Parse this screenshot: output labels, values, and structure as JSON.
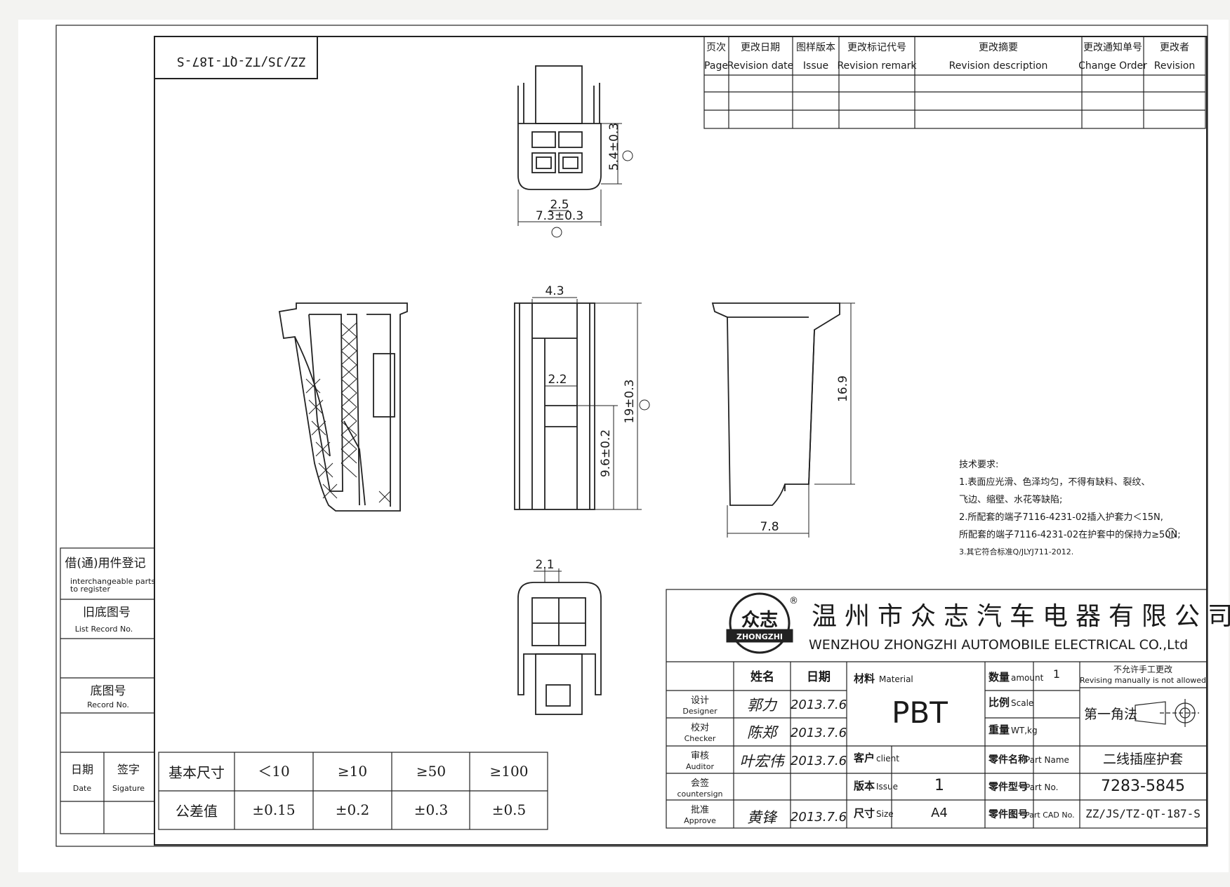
{
  "drawing_number_rotated": "ZZ/JS/TZ-QT-187-S",
  "revision_table": {
    "headers": [
      {
        "cn": "页次",
        "en": "Page"
      },
      {
        "cn": "更改日期",
        "en": "Revision date"
      },
      {
        "cn": "图样版本",
        "en": "Issue"
      },
      {
        "cn": "更改标记代号",
        "en": "Revision remark"
      },
      {
        "cn": "更改摘要",
        "en": "Revision description"
      },
      {
        "cn": "更改通知单号",
        "en": "Change Order"
      },
      {
        "cn": "更改者",
        "en": "Revision"
      }
    ],
    "empty_rows": 3
  },
  "dimensions": {
    "top_view_height": "5.4±0.3",
    "top_view_inner": "2.5",
    "top_view_width": "7.3±0.3",
    "front_top": "4.3",
    "front_inner": "2.2",
    "front_height": "19±0.3",
    "front_lower": "9.6±0.2",
    "right_height": "16.9",
    "right_width": "7.8",
    "bottom_view_top": "2.1"
  },
  "tech_requirements": {
    "title": "技术要求:",
    "lines": [
      "1.表面应光滑、色泽均匀，不得有缺料、裂纹、",
      "飞边、缩壁、水花等缺陷;",
      "2.所配套的端子7116-4231-02插入护套力＜15N,",
      "所配套的端子7116-4231-02在护套中的保持力≥50N;",
      "3.其它符合标准Q/JLYJ711-2012."
    ]
  },
  "side_register": [
    {
      "cn": "借(通)用件登记",
      "en1": "interchangeable parts",
      "en2": "to register"
    },
    {
      "cn": "旧底图号",
      "en1": "List Record No.",
      "en2": ""
    },
    {
      "cn": "底图号",
      "en1": "Record No.",
      "en2": ""
    }
  ],
  "date_sign": {
    "date_cn": "日期",
    "date_en": "Date",
    "sign_cn": "签字",
    "sign_en": "Sigature"
  },
  "tolerance_table": {
    "row1_label": "基本尺寸",
    "row2_label": "公差值",
    "ranges": [
      "＜10",
      "≥10",
      "≥50",
      "≥100"
    ],
    "values": [
      "±0.15",
      "±0.2",
      "±0.3",
      "±0.5"
    ]
  },
  "company": {
    "logo_cn": "众志",
    "logo_en": "ZHONGZHI",
    "registered": "®",
    "name_cn": "温州市众志汽车电器有限公司",
    "name_en": "WENZHOU ZHONGZHI AUTOMOBILE ELECTRICAL CO.,Ltd"
  },
  "title_block": {
    "name_header": "姓名",
    "date_header": "日期",
    "material_label": "材料",
    "material_label_en": "Material",
    "material": "PBT",
    "roles": [
      {
        "cn": "设计",
        "en": "Designer",
        "name": "郭力",
        "date": "2013.7.6"
      },
      {
        "cn": "校对",
        "en": "Checker",
        "name": "陈郑",
        "date": "2013.7.6"
      },
      {
        "cn": "审核",
        "en": "Auditor",
        "name": "叶宏伟",
        "date": "2013.7.6"
      },
      {
        "cn": "会签",
        "en": "countersign",
        "name": "",
        "date": ""
      },
      {
        "cn": "批准",
        "en": "Approve",
        "name": "黄锋",
        "date": "2013.7.6"
      }
    ],
    "amount_label": "数量",
    "amount_label_en": "amount",
    "amount": "1",
    "not_allowed_cn": "不允许手工更改",
    "not_allowed_en": "Revising manually is not allowed",
    "scale_label": "比例",
    "scale_label_en": "Scale",
    "weight_label": "重量",
    "weight_label_en": "WT,kg",
    "projection": "第一角法",
    "client_label": "客户",
    "client_label_en": "client",
    "issue_label": "版本",
    "issue_label_en": "Issue",
    "issue": "1",
    "size_label": "尺寸",
    "size_label_en": "Size",
    "size": "A4",
    "part_name_label": "零件名称",
    "part_name_label_en": "Part Name",
    "part_name": "二线插座护套",
    "part_no_label": "零件型号",
    "part_no_label_en": "Part No.",
    "part_no": "7283-5845",
    "cad_no_label": "零件图号",
    "cad_no_label_en": "Part CAD No.",
    "cad_no": "ZZ/JS/TZ-QT-187-S"
  }
}
